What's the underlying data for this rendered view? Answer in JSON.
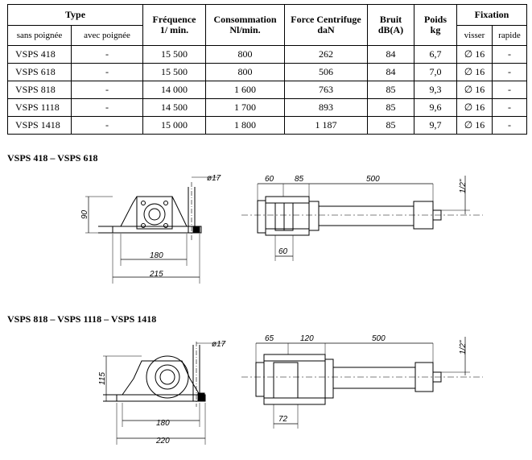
{
  "table": {
    "header": {
      "type": "Type",
      "frequence": [
        "Fréquence",
        "1/ min."
      ],
      "consommation": [
        "Consommation",
        "Nl/min."
      ],
      "force": [
        "Force Centrifuge",
        "daN"
      ],
      "bruit": [
        "Bruit",
        "dB(A)"
      ],
      "poids": [
        "Poids",
        "kg"
      ],
      "fixation": "Fixation",
      "sans_poignee": "sans poignée",
      "avec_poignee": "avec poignée",
      "visser": "visser",
      "rapide": "rapide"
    },
    "rows": [
      {
        "type": "VSPS 418",
        "avec": "-",
        "freq": "15 500",
        "cons": "800",
        "force": "262",
        "bruit": "84",
        "poids": "6,7",
        "visser": "∅ 16",
        "rapide": "-"
      },
      {
        "type": "VSPS 618",
        "avec": "-",
        "freq": "15 500",
        "cons": "800",
        "force": "506",
        "bruit": "84",
        "poids": "7,0",
        "visser": "∅ 16",
        "rapide": "-"
      },
      {
        "type": "VSPS 818",
        "avec": "-",
        "freq": "14 000",
        "cons": "1 600",
        "force": "763",
        "bruit": "85",
        "poids": "9,3",
        "visser": "∅ 16",
        "rapide": "-"
      },
      {
        "type": "VSPS 1118",
        "avec": "-",
        "freq": "14 500",
        "cons": "1 700",
        "force": "893",
        "bruit": "85",
        "poids": "9,6",
        "visser": "∅ 16",
        "rapide": "-"
      },
      {
        "type": "VSPS 1418",
        "avec": "-",
        "freq": "15 000",
        "cons": "1 800",
        "force": "1 187",
        "bruit": "85",
        "poids": "9,7",
        "visser": "∅ 16",
        "rapide": "-"
      }
    ]
  },
  "section1": {
    "title": "VSPS 418 – VSPS 618",
    "dims": {
      "dia": "ø17",
      "h": "90",
      "w1": "180",
      "w2": "215",
      "a": "60",
      "b": "85",
      "c": "500",
      "d": "1/2\"",
      "e": "60"
    }
  },
  "section2": {
    "title": "VSPS 818 – VSPS 1118 – VSPS 1418",
    "dims": {
      "dia": "ø17",
      "h": "115",
      "w1": "180",
      "w2": "220",
      "a": "65",
      "b": "120",
      "c": "500",
      "d": "1/2\"",
      "e": "72"
    }
  }
}
